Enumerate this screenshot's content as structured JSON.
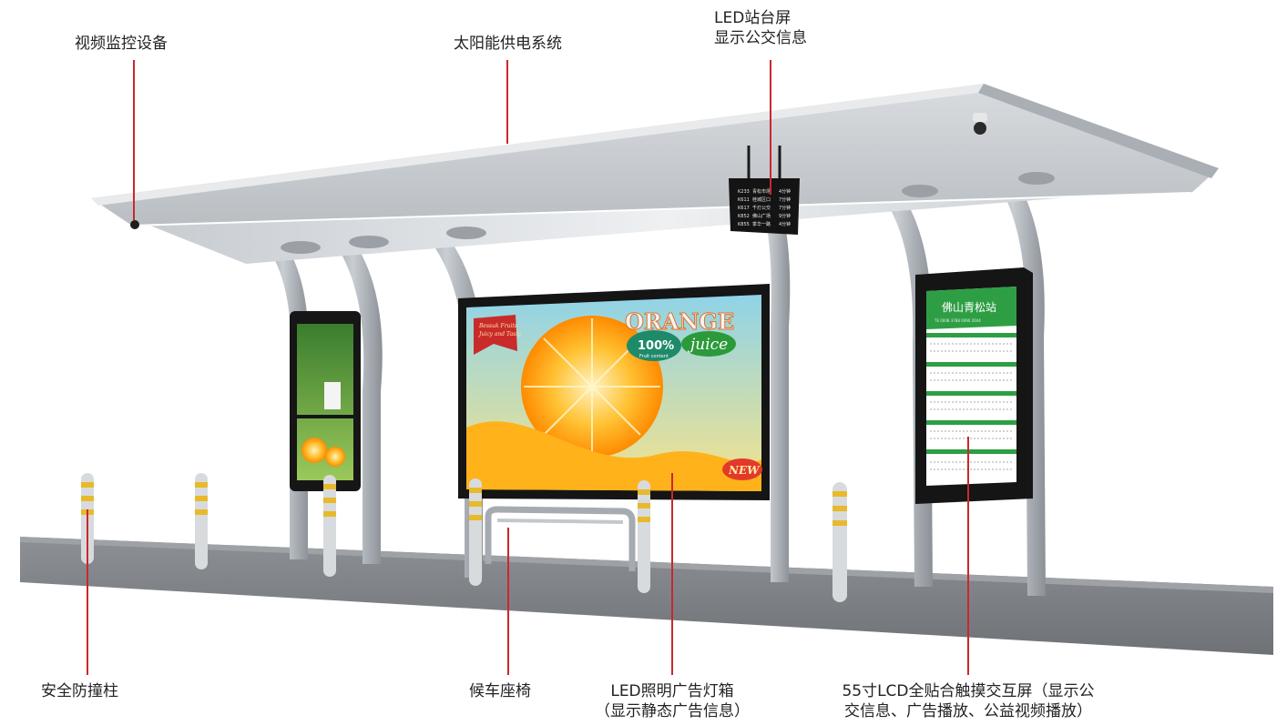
{
  "callouts": {
    "camera": {
      "lines": [
        "视频监控设备"
      ]
    },
    "solar": {
      "lines": [
        "太阳能供电系统"
      ]
    },
    "led_platform": {
      "lines": [
        "LED站台屏",
        "显示公交信息"
      ]
    },
    "bollard": {
      "lines": [
        "安全防撞柱"
      ]
    },
    "bench": {
      "lines": [
        "候车座椅"
      ]
    },
    "lightbox": {
      "lines": [
        "LED照明广告灯箱",
        "（显示静态广告信息）"
      ]
    },
    "lcd": {
      "lines": [
        "55寸LCD全贴合触摸交互屏（显示公",
        "交信息、广告播放、公益视频播放）"
      ]
    }
  },
  "ad": {
    "brand_line1": "Bessuk Fruits",
    "brand_line2": "Juicy and Tasty",
    "title": "ORANGE",
    "script": "juice",
    "percent": "100%",
    "percent_sub": "Fruit content",
    "badge": "NEW"
  },
  "lcd_screen": {
    "station": "佛山青松站",
    "sub": "TE 0008 3788 0090 2044"
  },
  "led_board": {
    "rows": [
      [
        "K233",
        "青松市场",
        "4分钟"
      ],
      [
        "K611",
        "桂城区口",
        "7分钟"
      ],
      [
        "K617",
        "千灯公交",
        "7分钟"
      ],
      [
        "K852",
        "佛山广场",
        "9分钟"
      ],
      [
        "K855",
        "季华一路",
        "4分钟"
      ]
    ]
  }
}
